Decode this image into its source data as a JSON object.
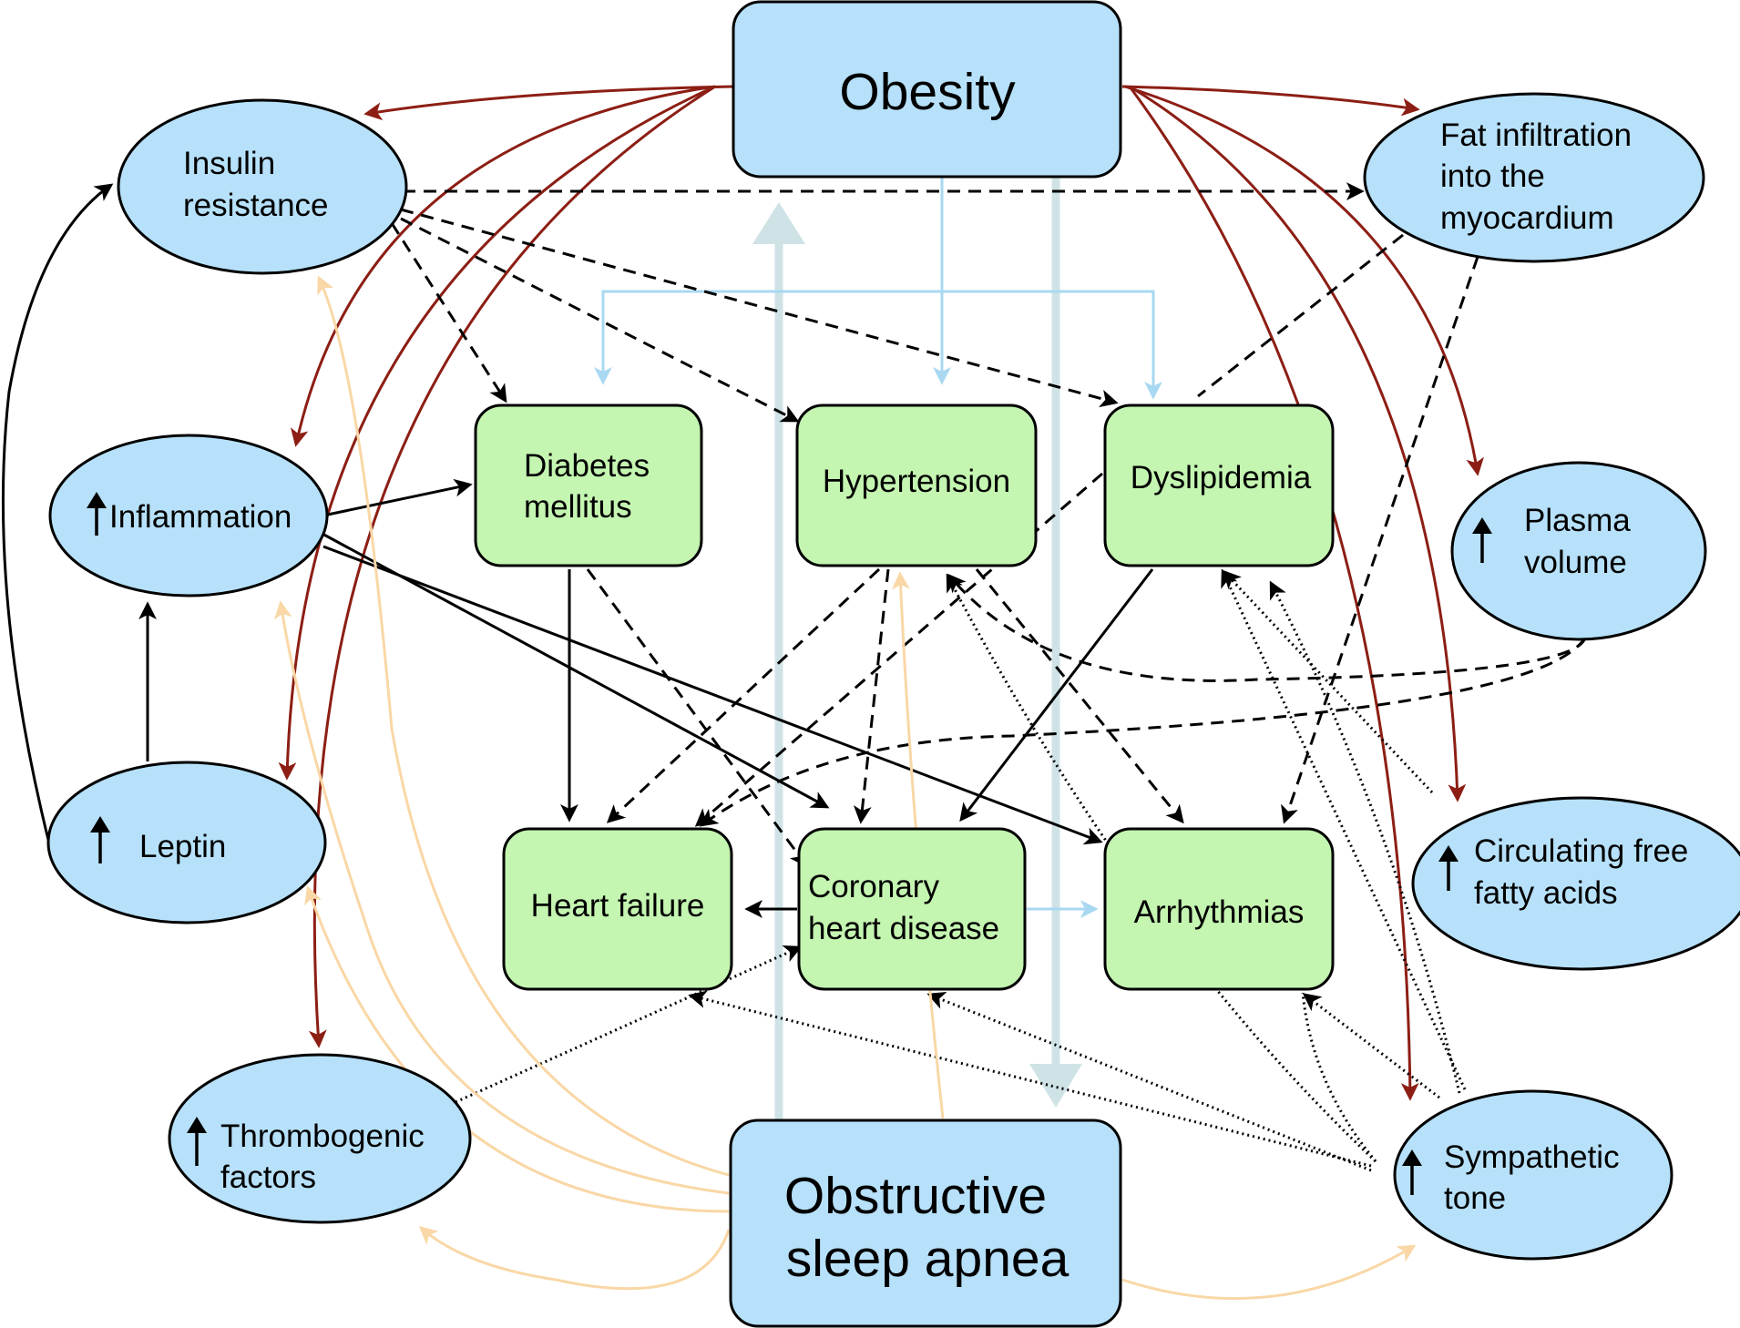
{
  "colors": {
    "node_blue": "#b7e1fa",
    "node_green": "#c4f5b1",
    "outline": "#000000",
    "arrow_red": "#8c1e14",
    "arrow_black": "#000000",
    "arrow_lightblue": "#a9d8f2",
    "arrow_peach": "#f9d7a6",
    "arrow_greyblue": "#cfe3e6"
  },
  "nodes": {
    "obesity": {
      "lines": [
        "Obesity"
      ]
    },
    "osa": {
      "lines": [
        "Obstructive",
        "sleep apnea"
      ]
    },
    "insulin": {
      "lines": [
        "Insulin",
        "resistance"
      ]
    },
    "inflammation": {
      "lines": [
        "Inflammation"
      ]
    },
    "leptin": {
      "lines": [
        "Leptin"
      ]
    },
    "thrombo": {
      "lines": [
        "Thrombogenic",
        "factors"
      ]
    },
    "fat": {
      "lines": [
        "Fat infiltration",
        "into the",
        "myocardium"
      ]
    },
    "plasma": {
      "lines": [
        "Plasma",
        "volume"
      ]
    },
    "ffa": {
      "lines": [
        "Circulating free",
        "fatty acids"
      ]
    },
    "sympathetic": {
      "lines": [
        "Sympathetic",
        "tone"
      ]
    },
    "diabetes": {
      "lines": [
        "Diabetes",
        "mellitus"
      ]
    },
    "hypertension": {
      "lines": [
        "Hypertension"
      ]
    },
    "dyslipidemia": {
      "lines": [
        "Dyslipidemia"
      ]
    },
    "heart_failure": {
      "lines": [
        "Heart failure"
      ]
    },
    "chd": {
      "lines": [
        "Coronary",
        "heart disease"
      ]
    },
    "arrhythmias": {
      "lines": [
        "Arrhythmias"
      ]
    }
  },
  "icons": {
    "increase": "up-arrow-icon"
  }
}
